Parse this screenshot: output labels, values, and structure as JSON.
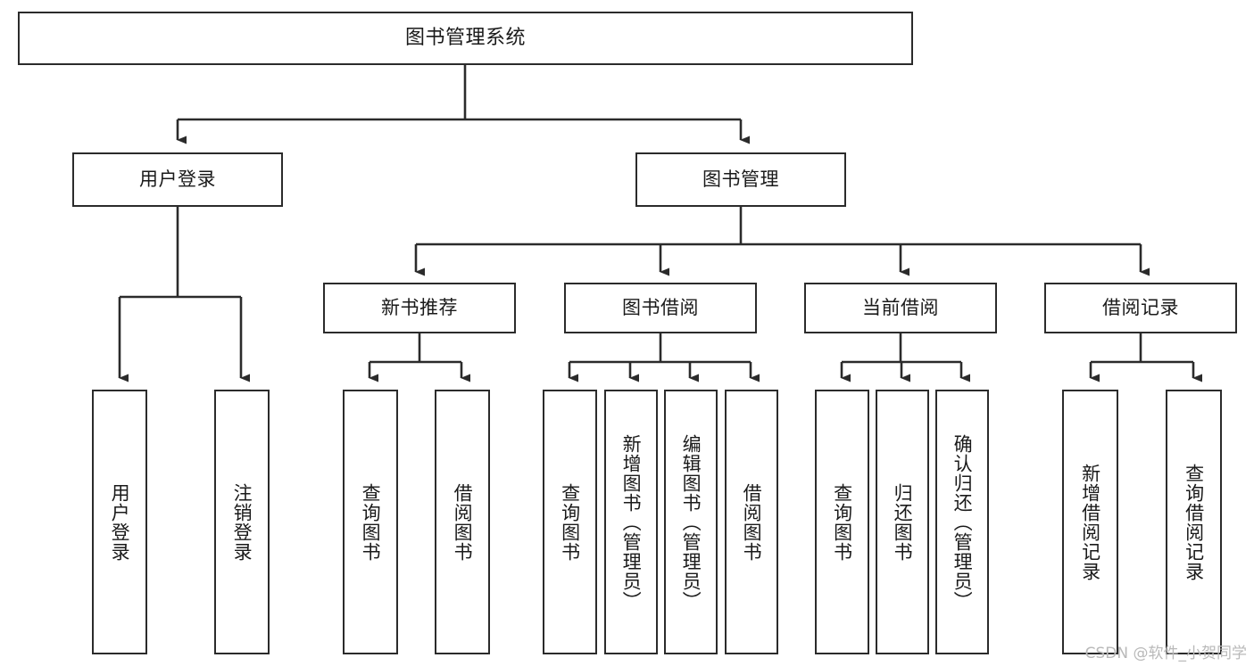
{
  "diagram": {
    "title_node": {
      "label": "图书管理系统"
    },
    "level2": [
      {
        "id": "user-login",
        "label": "用户登录"
      },
      {
        "id": "book-manage",
        "label": "图书管理"
      }
    ],
    "level3": [
      {
        "id": "new-book-recommend",
        "label": "新书推荐"
      },
      {
        "id": "book-borrow",
        "label": "图书借阅"
      },
      {
        "id": "current-borrow",
        "label": "当前借阅"
      },
      {
        "id": "borrow-record",
        "label": "借阅记录"
      }
    ],
    "leaves": [
      {
        "id": "leaf-user-login",
        "label": "用户登录"
      },
      {
        "id": "leaf-logout-login",
        "label": "注销登录"
      },
      {
        "id": "leaf-query-book-1",
        "label": "查询图书"
      },
      {
        "id": "leaf-borrow-book-1",
        "label": "借阅图书"
      },
      {
        "id": "leaf-query-book-2",
        "label": "查询图书"
      },
      {
        "id": "leaf-add-book-admin",
        "label": "新增图书（管理员）"
      },
      {
        "id": "leaf-edit-book-admin",
        "label": "编辑图书（管理员）"
      },
      {
        "id": "leaf-borrow-book-2",
        "label": "借阅图书"
      },
      {
        "id": "leaf-query-book-3",
        "label": "查询图书"
      },
      {
        "id": "leaf-return-book",
        "label": "归还图书"
      },
      {
        "id": "leaf-confirm-return-admin",
        "label": "确认归还（管理员）"
      },
      {
        "id": "leaf-add-borrow-record",
        "label": "新增借阅记录"
      },
      {
        "id": "leaf-query-borrow-record",
        "label": "查询借阅记录"
      }
    ],
    "watermark": "CSDN @软件_小贺同学",
    "colors": {
      "stroke": "#2b2b2b",
      "fill": "#ffffff",
      "text": "#1a1a1a",
      "watermark": "#b9b9b9"
    }
  }
}
